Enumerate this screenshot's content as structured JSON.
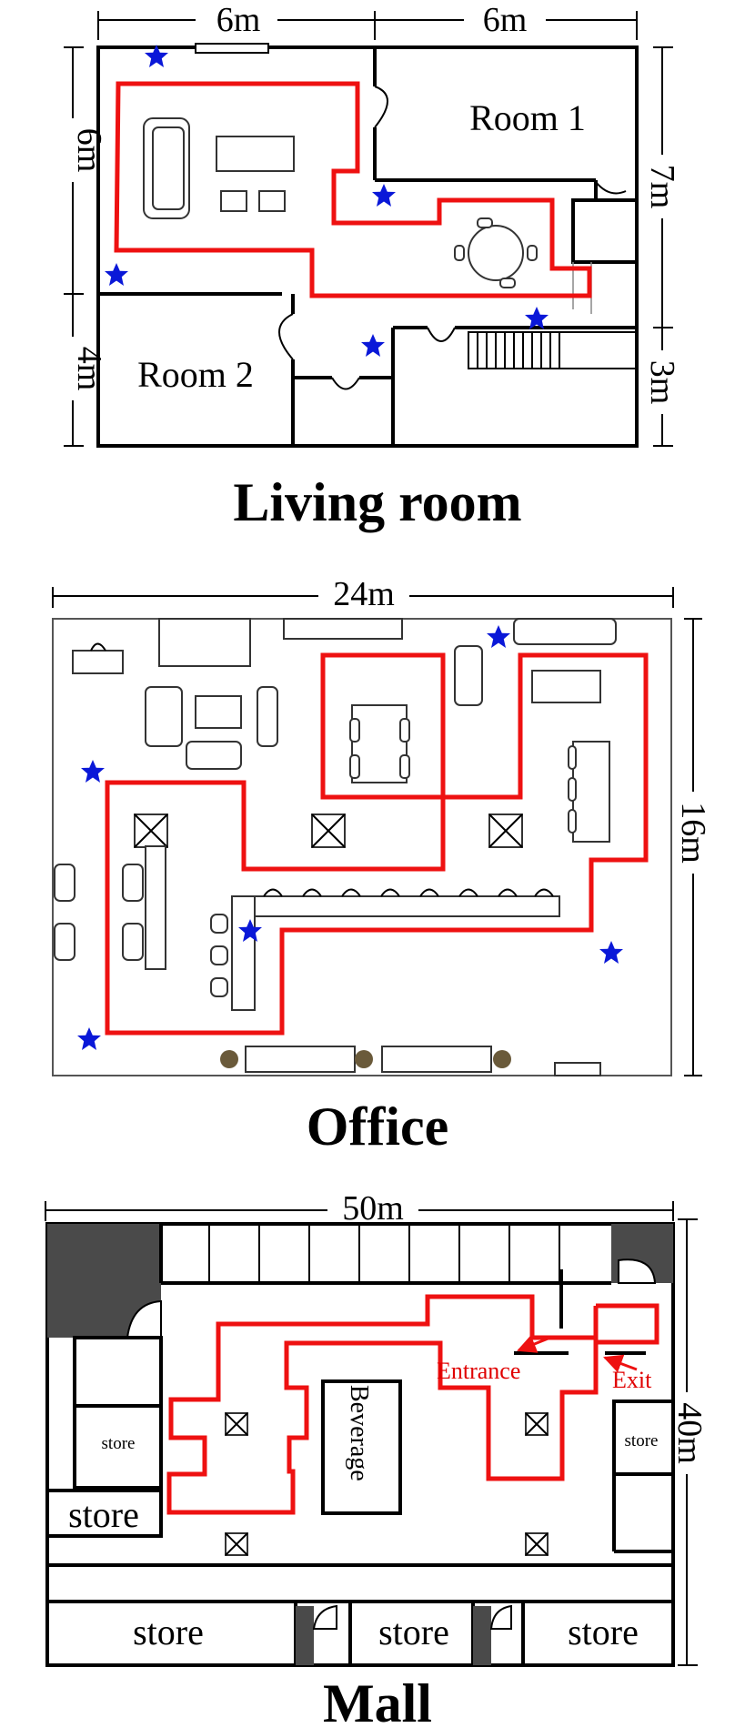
{
  "living_room": {
    "title": "Living room",
    "dims": {
      "top_left": "6m",
      "top_right": "6m",
      "left_top": "6m",
      "left_bottom": "4m",
      "right_top": "7m",
      "right_bottom": "3m"
    },
    "rooms": {
      "room1": "Room 1",
      "room2": "Room 2"
    }
  },
  "office": {
    "title": "Office",
    "dims": {
      "width": "24m",
      "height": "16m"
    }
  },
  "mall": {
    "title": "Mall",
    "dims": {
      "width": "50m",
      "height": "40m"
    },
    "labels": {
      "entrance": "Entrance",
      "exit": "Exit",
      "beverage": "Beverage",
      "store_left_small": "store",
      "store_left_big": "store",
      "store_right_small": "store",
      "store_bottom_left": "store",
      "store_bottom_mid": "store",
      "store_bottom_right": "store"
    }
  },
  "colors": {
    "path": "#ee1111",
    "marker": "#0a18d8",
    "wall": "#000000",
    "dark_fill": "#4a4a4a"
  }
}
